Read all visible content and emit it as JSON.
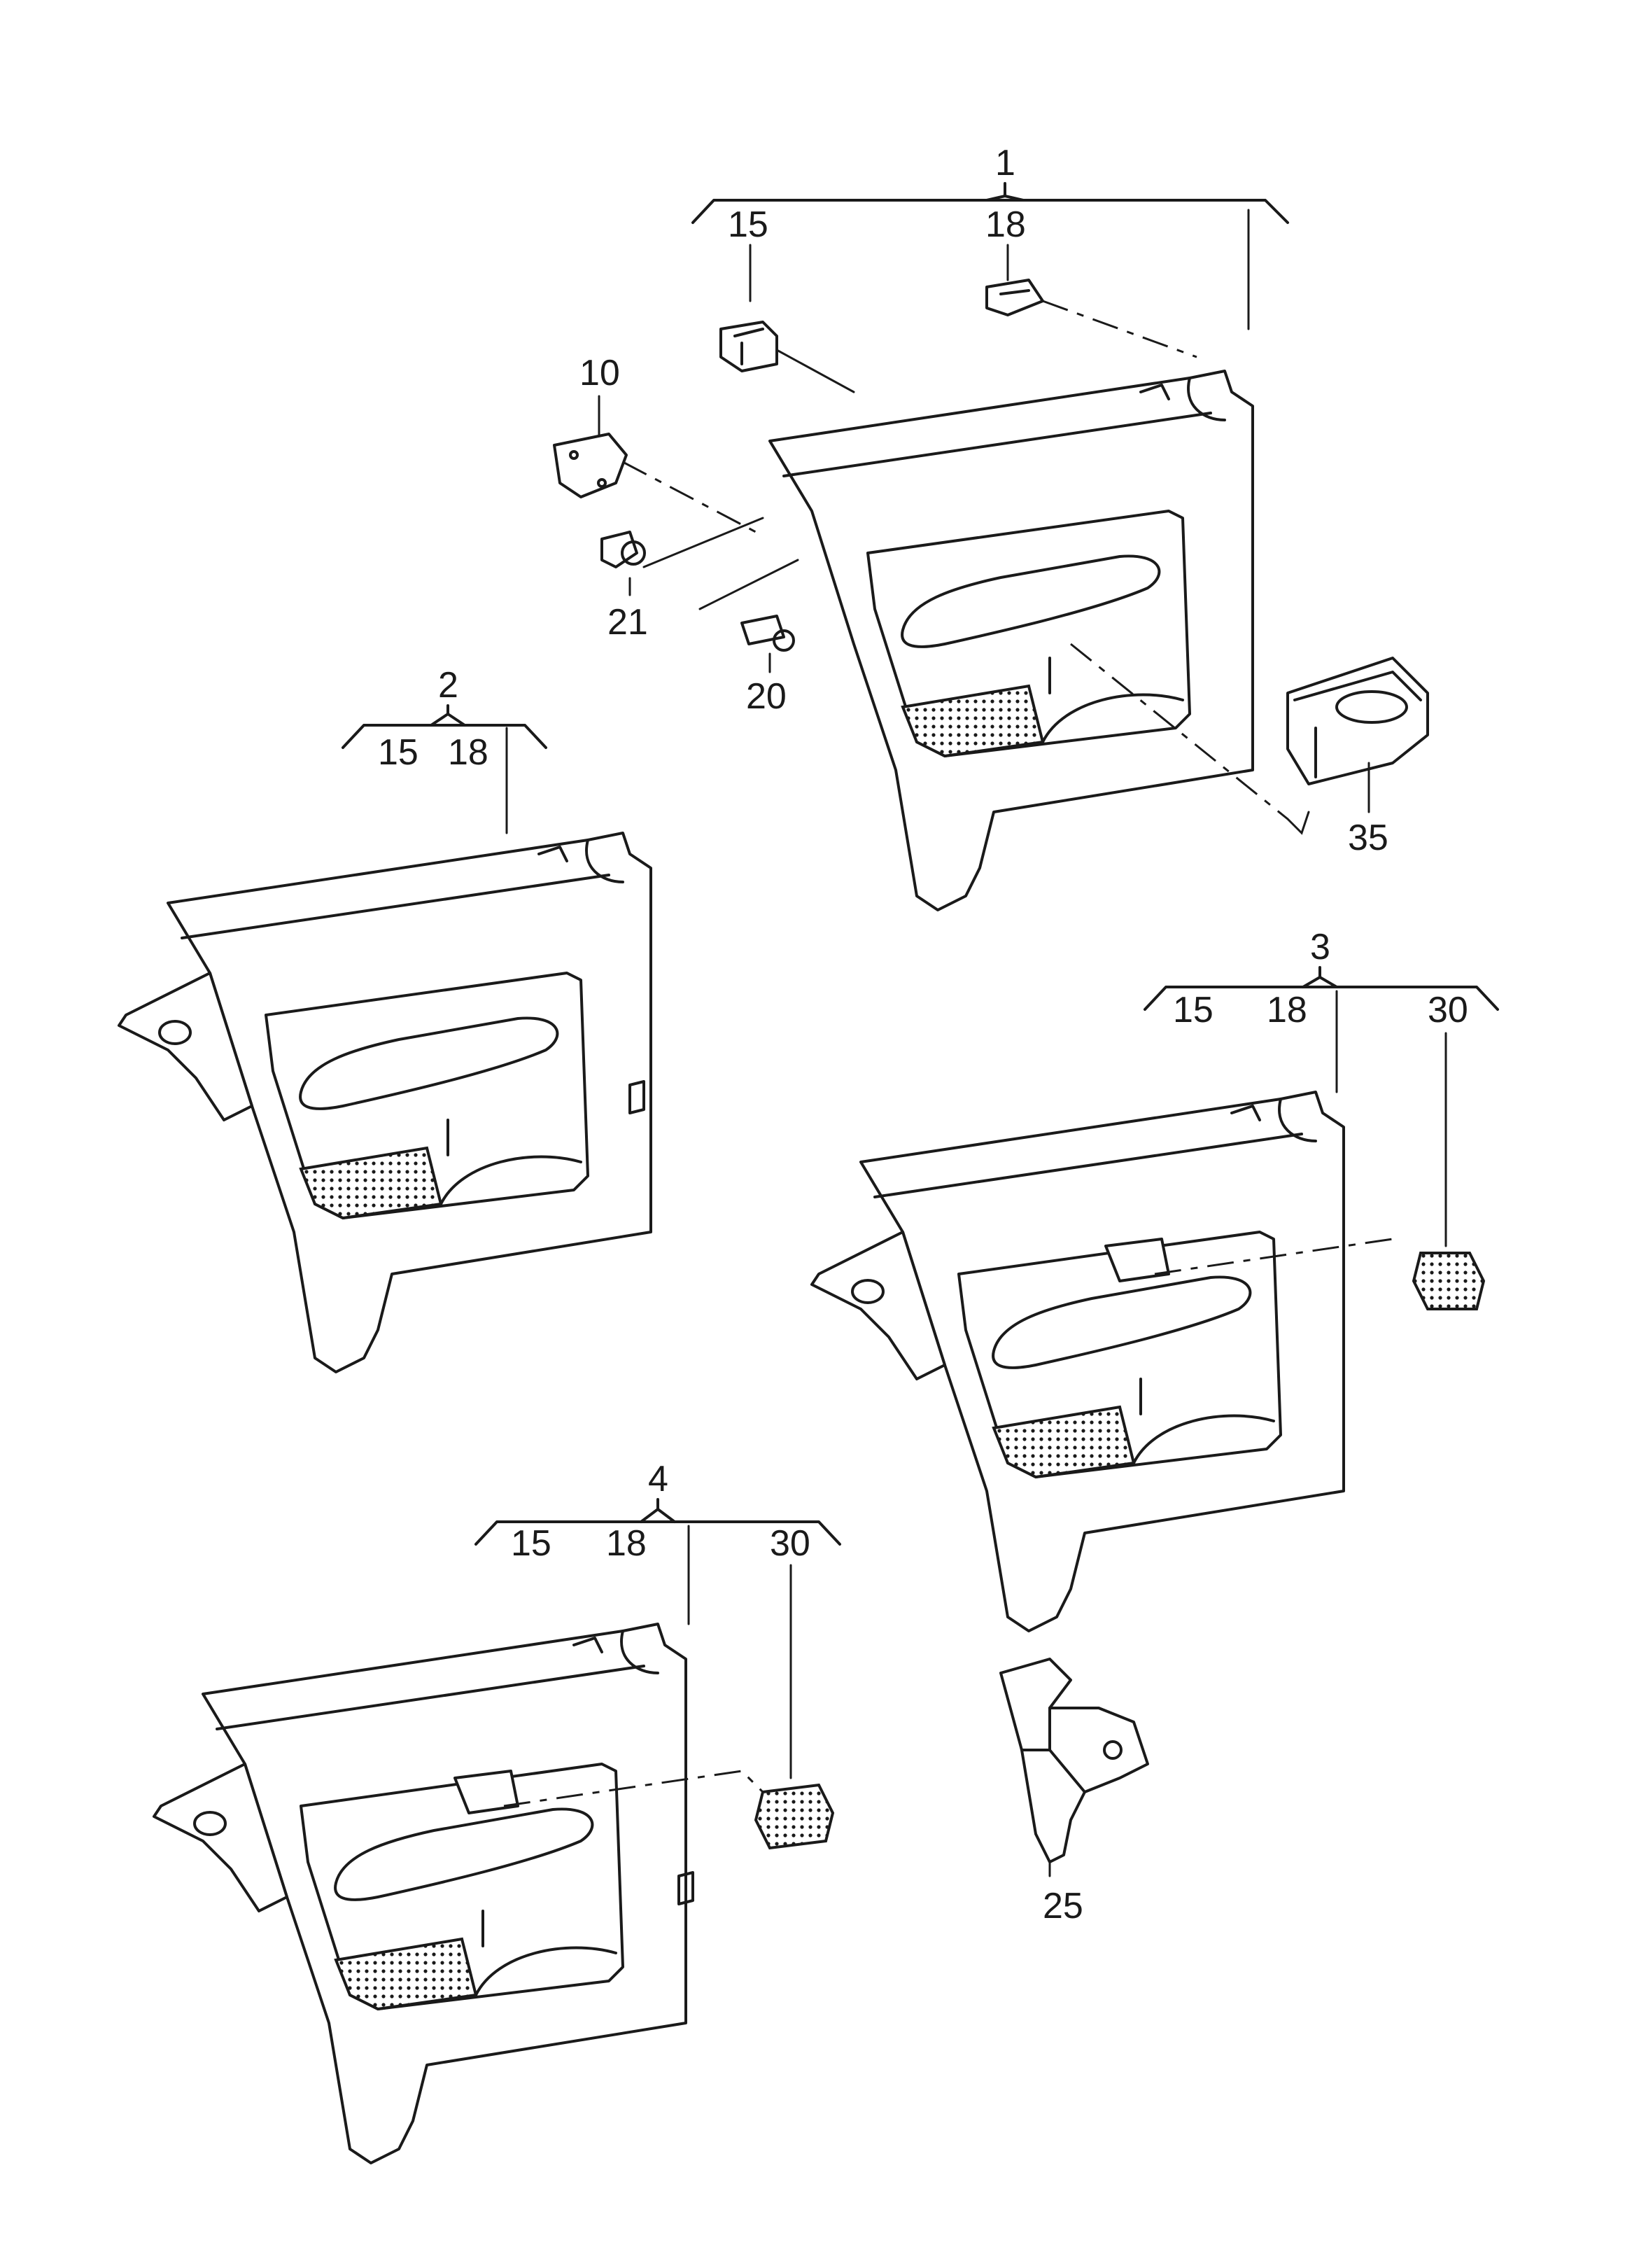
{
  "diagram": {
    "callouts": {
      "c1": "1",
      "c2": "2",
      "c3": "3",
      "c4": "4",
      "c10": "10",
      "c15a": "15",
      "c18a": "18",
      "c20": "20",
      "c21": "21",
      "c35": "35",
      "c15b": "15",
      "c18b": "18",
      "c15c": "15",
      "c18c": "18",
      "c30c": "30",
      "c15d": "15",
      "c18d": "18",
      "c30d": "30",
      "c25": "25"
    },
    "colors": {
      "line": "#1a1a1a",
      "background": "#ffffff"
    }
  }
}
